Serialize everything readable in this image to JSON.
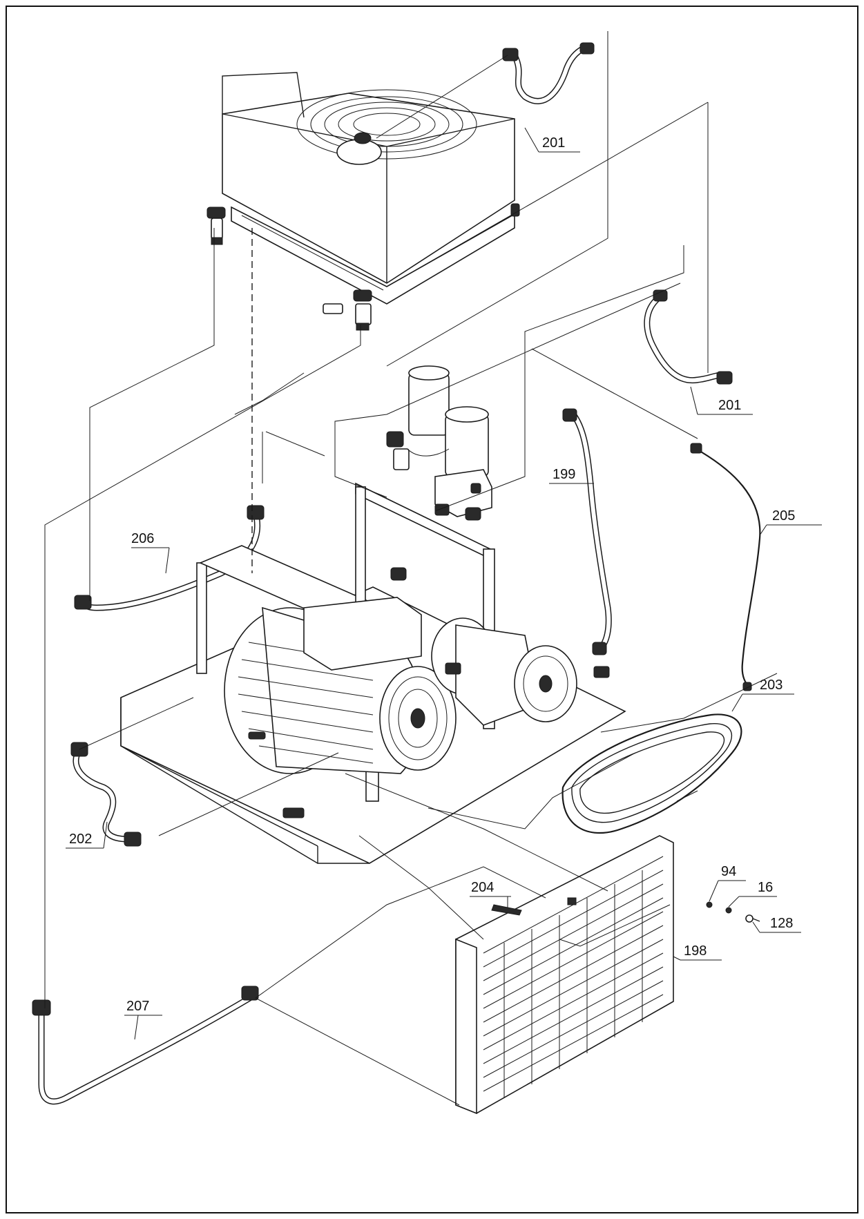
{
  "diagram": {
    "callouts": [
      {
        "id": "c201a",
        "text": "201"
      },
      {
        "id": "c201b",
        "text": "201"
      },
      {
        "id": "c199",
        "text": "199"
      },
      {
        "id": "c205",
        "text": "205"
      },
      {
        "id": "c206",
        "text": "206"
      },
      {
        "id": "c203",
        "text": "203"
      },
      {
        "id": "c202",
        "text": "202"
      },
      {
        "id": "c94",
        "text": "94"
      },
      {
        "id": "c16",
        "text": "16"
      },
      {
        "id": "c128",
        "text": "128"
      },
      {
        "id": "c204",
        "text": "204"
      },
      {
        "id": "c207",
        "text": "207"
      },
      {
        "id": "c198",
        "text": "198"
      }
    ]
  }
}
